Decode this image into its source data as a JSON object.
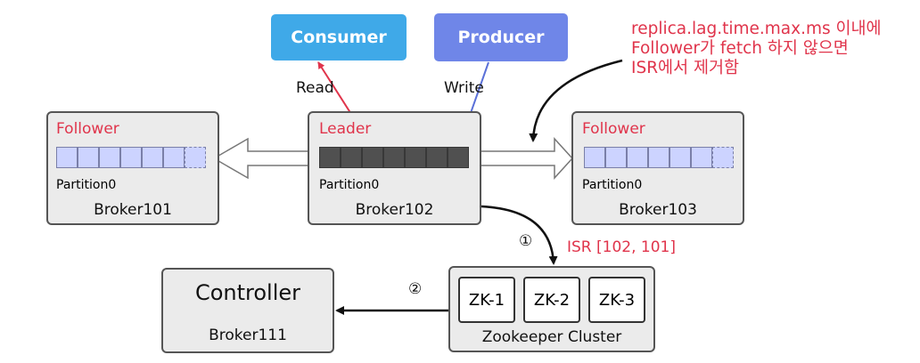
{
  "producer": {
    "label": "Producer",
    "color": "#6f86e8"
  },
  "consumer": {
    "label": "Consumer",
    "color": "#3fa9e8"
  },
  "links": {
    "read": "Read",
    "write": "Write"
  },
  "annotation": {
    "line1": "replica.lag.time.max.ms 이내에",
    "line2": "Follower가 fetch 하지 않으면",
    "line3": "ISR에서 제거함"
  },
  "brokers": {
    "b101": {
      "role": "Follower",
      "partition": "Partition0",
      "name": "Broker101"
    },
    "b102": {
      "role": "Leader",
      "partition": "Partition0",
      "name": "Broker102"
    },
    "b103": {
      "role": "Follower",
      "partition": "Partition0",
      "name": "Broker103"
    }
  },
  "steps": {
    "one": "①",
    "two": "②"
  },
  "isr": "ISR [102, 101]",
  "controller": {
    "title": "Controller",
    "name": "Broker111"
  },
  "zookeeper": {
    "nodes": [
      "ZK-1",
      "ZK-2",
      "ZK-3"
    ],
    "label": "Zookeeper Cluster"
  },
  "colors": {
    "accent_red": "#e0344b",
    "follower_cell": "#ccd3ff",
    "leader_cell": "#505050",
    "box_bg": "#ebebeb"
  }
}
